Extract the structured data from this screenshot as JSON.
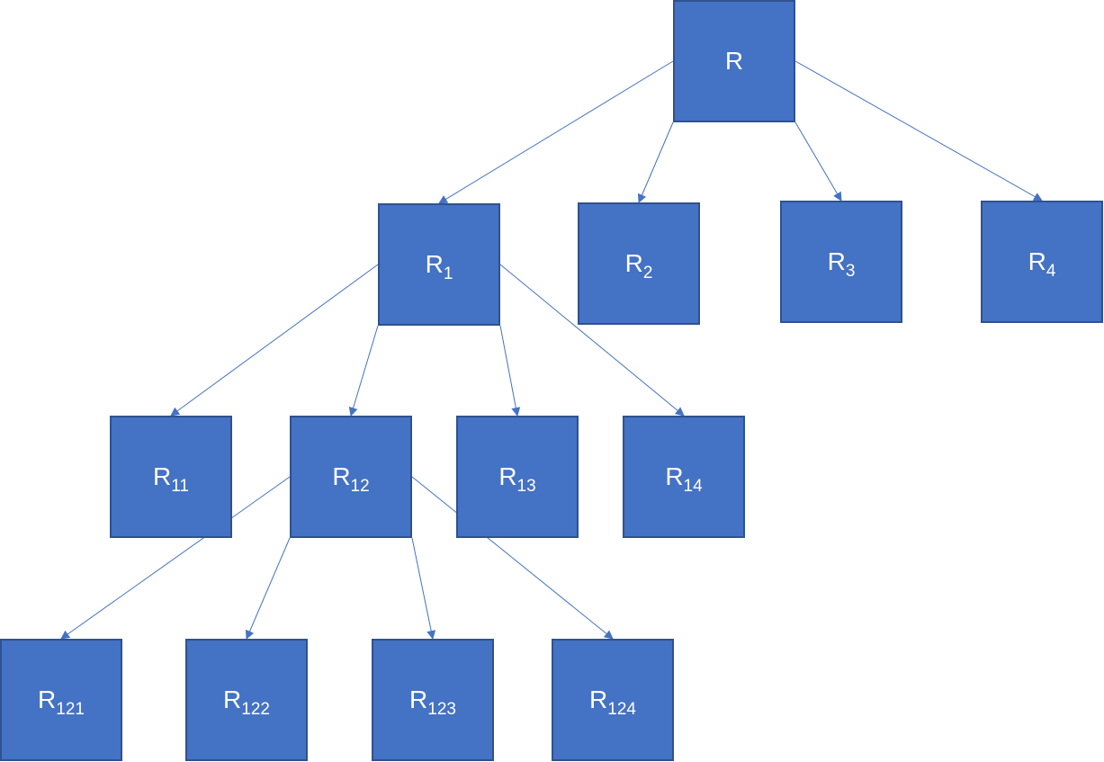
{
  "diagram": {
    "nodes": [
      {
        "id": "R",
        "base": "R",
        "sub": ""
      },
      {
        "id": "R1",
        "base": "R",
        "sub": "1"
      },
      {
        "id": "R2",
        "base": "R",
        "sub": "2"
      },
      {
        "id": "R3",
        "base": "R",
        "sub": "3"
      },
      {
        "id": "R4",
        "base": "R",
        "sub": "4"
      },
      {
        "id": "R11",
        "base": "R",
        "sub": "11"
      },
      {
        "id": "R12",
        "base": "R",
        "sub": "12"
      },
      {
        "id": "R13",
        "base": "R",
        "sub": "13"
      },
      {
        "id": "R14",
        "base": "R",
        "sub": "14"
      },
      {
        "id": "R121",
        "base": "R",
        "sub": "121"
      },
      {
        "id": "R122",
        "base": "R",
        "sub": "122"
      },
      {
        "id": "R123",
        "base": "R",
        "sub": "123"
      },
      {
        "id": "R124",
        "base": "R",
        "sub": "124"
      }
    ],
    "edges": [
      {
        "from": "R",
        "to": "R1"
      },
      {
        "from": "R",
        "to": "R2"
      },
      {
        "from": "R",
        "to": "R3"
      },
      {
        "from": "R",
        "to": "R4"
      },
      {
        "from": "R1",
        "to": "R11"
      },
      {
        "from": "R1",
        "to": "R12"
      },
      {
        "from": "R1",
        "to": "R13"
      },
      {
        "from": "R1",
        "to": "R14"
      },
      {
        "from": "R12",
        "to": "R121"
      },
      {
        "from": "R12",
        "to": "R122"
      },
      {
        "from": "R12",
        "to": "R123"
      },
      {
        "from": "R12",
        "to": "R124"
      }
    ],
    "colors": {
      "node_fill": "#4472c4",
      "node_border": "#2f528f",
      "node_text": "#ffffff",
      "edge": "#4472c4"
    }
  }
}
